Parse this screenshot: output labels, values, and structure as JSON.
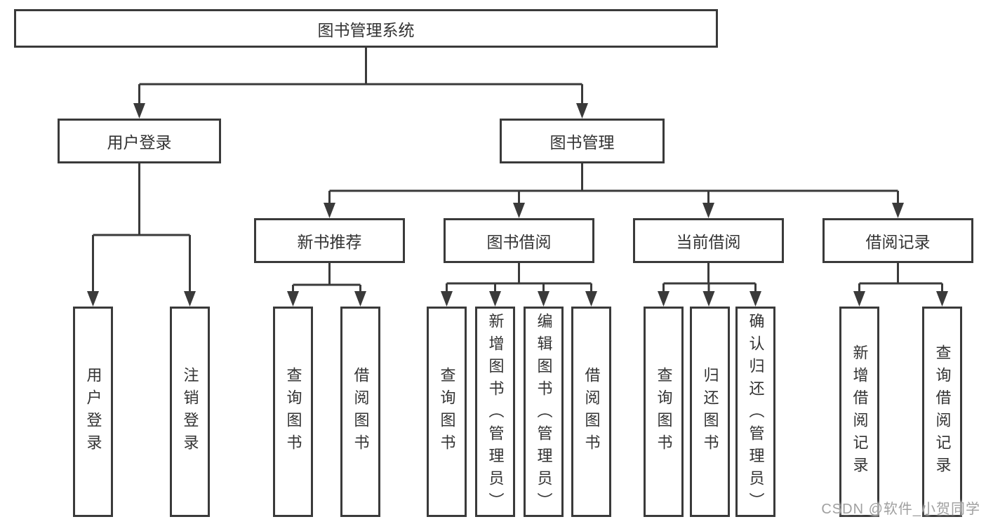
{
  "diagram": {
    "type": "hierarchy-tree",
    "tree": {
      "root": {
        "label": "图书管理系统",
        "children": [
          {
            "label": "用户登录",
            "children": [
              {
                "label": "用户登录"
              },
              {
                "label": "注销登录"
              }
            ]
          },
          {
            "label": "图书管理",
            "children": [
              {
                "label": "新书推荐",
                "children": [
                  {
                    "label": "查询图书"
                  },
                  {
                    "label": "借阅图书"
                  }
                ]
              },
              {
                "label": "图书借阅",
                "children": [
                  {
                    "label": "查询图书"
                  },
                  {
                    "label": "新增图书（管理员）"
                  },
                  {
                    "label": "编辑图书（管理员）"
                  },
                  {
                    "label": "借阅图书"
                  }
                ]
              },
              {
                "label": "当前借阅",
                "children": [
                  {
                    "label": "查询图书"
                  },
                  {
                    "label": "归还图书"
                  },
                  {
                    "label": "确认归还（管理员）"
                  }
                ]
              },
              {
                "label": "借阅记录",
                "children": [
                  {
                    "label": "新增借阅记录"
                  },
                  {
                    "label": "查询借阅记录"
                  }
                ]
              }
            ]
          }
        ]
      }
    }
  },
  "watermark": {
    "text": "CSDN @软件_小贺同学"
  },
  "colors": {
    "line": "#3a3a3a",
    "text": "#333333",
    "box_background": "#ffffff",
    "page_background": "#ffffff",
    "watermark": "#a0a0a0"
  }
}
